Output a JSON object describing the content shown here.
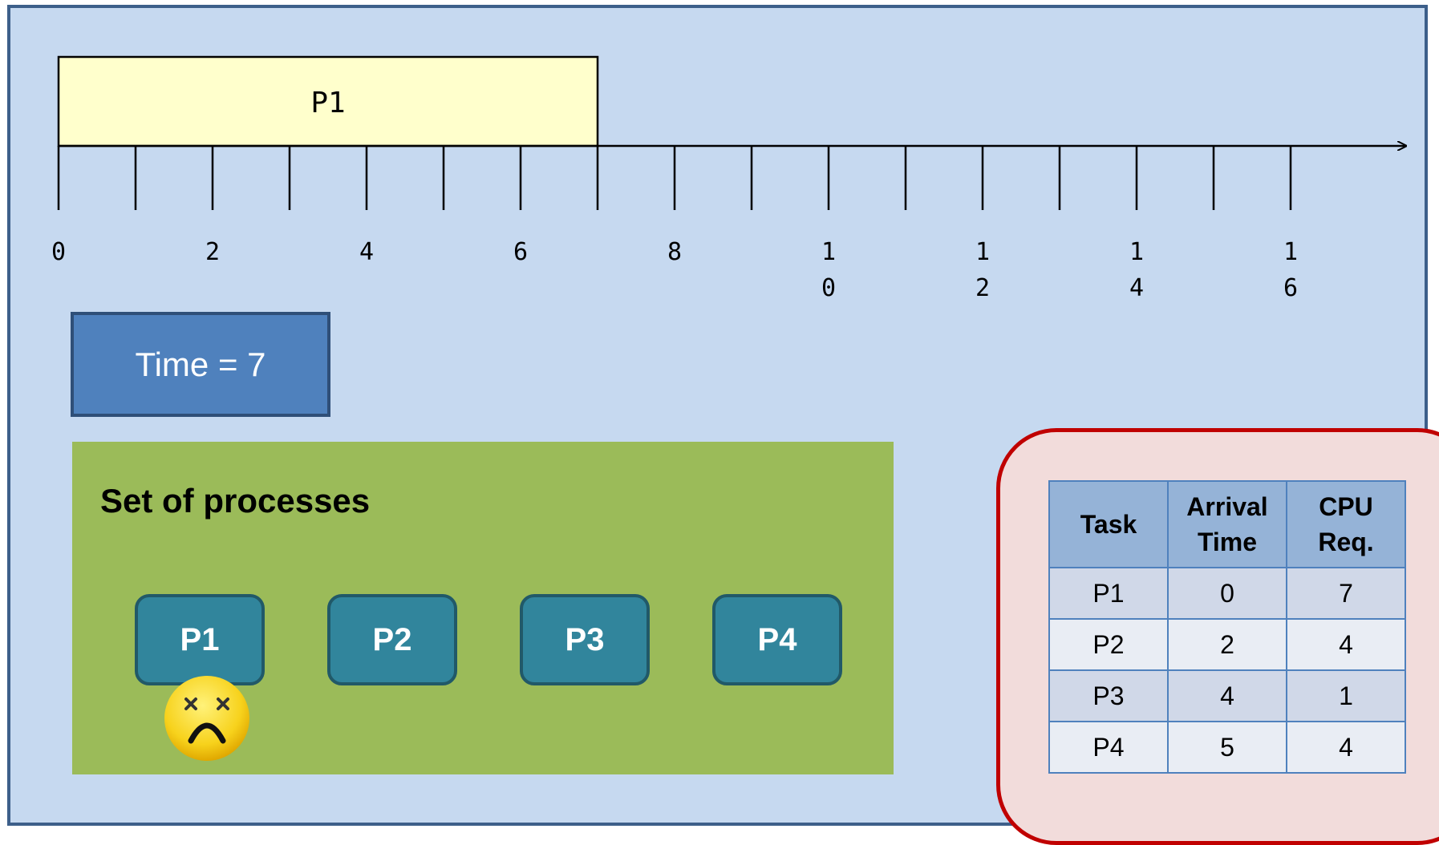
{
  "timeline": {
    "axis_min": 0,
    "axis_max": 17,
    "tick_step": 1,
    "tick_labels": [
      {
        "value": 0,
        "lines": [
          "0"
        ]
      },
      {
        "value": 2,
        "lines": [
          "2"
        ]
      },
      {
        "value": 4,
        "lines": [
          "4"
        ]
      },
      {
        "value": 6,
        "lines": [
          "6"
        ]
      },
      {
        "value": 8,
        "lines": [
          "8"
        ]
      },
      {
        "value": 10,
        "lines": [
          "1",
          "0"
        ]
      },
      {
        "value": 12,
        "lines": [
          "1",
          "2"
        ]
      },
      {
        "value": 14,
        "lines": [
          "1",
          "4"
        ]
      },
      {
        "value": 16,
        "lines": [
          "1",
          "6"
        ]
      }
    ],
    "blocks": [
      {
        "label": "P1",
        "start": 0,
        "end": 7,
        "color": "#ffffcc"
      }
    ]
  },
  "time_box": {
    "label": "Time = 7"
  },
  "process_set": {
    "title": "Set of processes",
    "processes": [
      "P1",
      "P2",
      "P3",
      "P4"
    ],
    "status_icon": "dizzy-sad-face-icon"
  },
  "task_table": {
    "headers": [
      "Task",
      "Arrival\nTime",
      "CPU\nReq."
    ],
    "rows": [
      [
        "P1",
        "0",
        "7"
      ],
      [
        "P2",
        "2",
        "4"
      ],
      [
        "P3",
        "4",
        "1"
      ],
      [
        "P4",
        "5",
        "4"
      ]
    ]
  },
  "colors": {
    "background": "#c6d9f0",
    "time_box": "#4f81bd",
    "panel": "#9bbb59",
    "process": "#31859c",
    "table_panel_border": "#c00000"
  }
}
